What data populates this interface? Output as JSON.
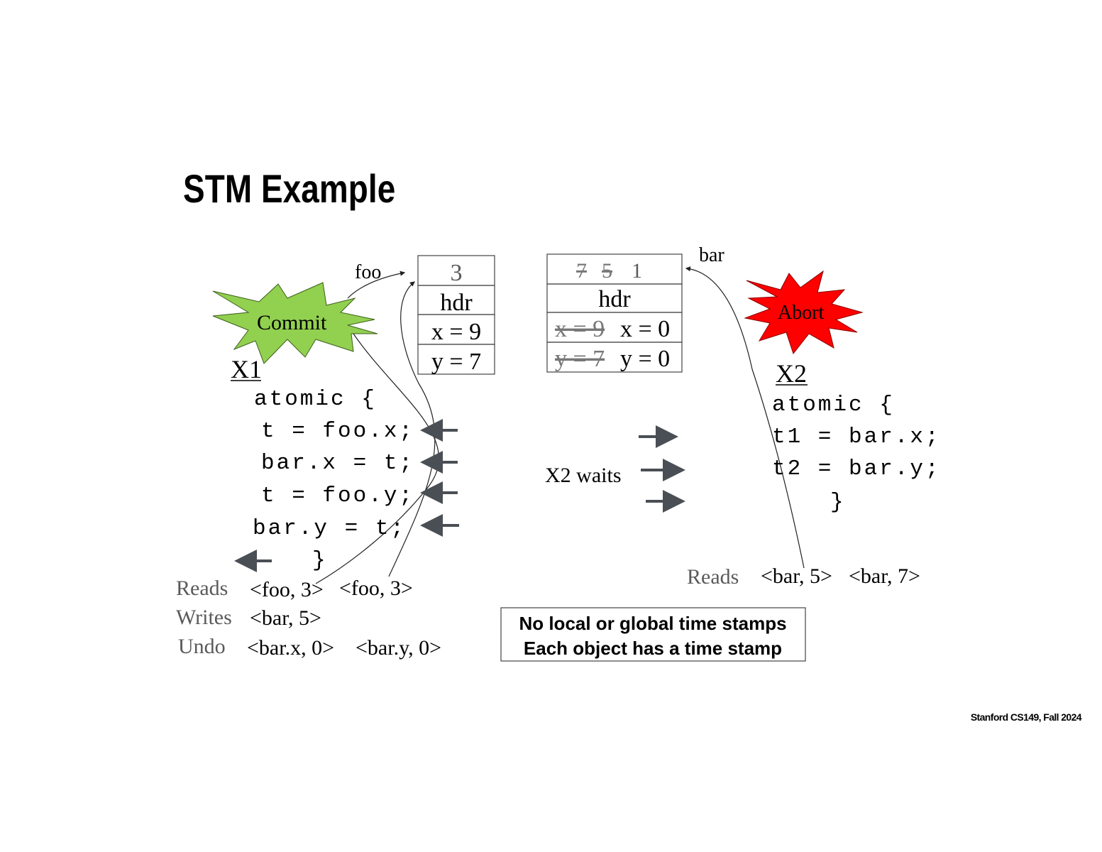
{
  "slide": {
    "title": "STM Example",
    "footer": "Stanford CS149, Fall 2024"
  },
  "colors": {
    "commit": "#92d050",
    "abort": "#ff0000",
    "arrow": "#4a4f55",
    "label_gray": "#5a5a5a"
  },
  "commit_label": "Commit",
  "abort_label": "Abort",
  "foo_object": {
    "name": "foo",
    "timestamp": "3",
    "header": "hdr",
    "x": "x = 9",
    "y": "y = 7"
  },
  "bar_object": {
    "name": "bar",
    "timestamp_old": [
      "7",
      "5"
    ],
    "timestamp": "1",
    "header": "hdr",
    "x_old": "x = 9",
    "x": "x = 0",
    "y_old": "y = 7",
    "y": "y = 0"
  },
  "x1": {
    "label": "X1",
    "code": [
      "atomic {",
      "t = foo.x;",
      "bar.x = t;",
      "t = foo.y;",
      "bar.y = t;",
      "}"
    ],
    "reads_label": "Reads",
    "reads": [
      "<foo, 3>",
      "<foo, 3>"
    ],
    "writes_label": "Writes",
    "writes": [
      "<bar, 5>"
    ],
    "undo_label": "Undo",
    "undo": [
      "<bar.x, 0>",
      "<bar.y, 0>"
    ]
  },
  "x2": {
    "label": "X2",
    "code": [
      "atomic {",
      "t1 = bar.x;",
      "t2 = bar.y;",
      "}"
    ],
    "reads_label": "Reads",
    "reads": [
      "<bar, 5>",
      "<bar, 7>"
    ],
    "waits_label": "X2 waits"
  },
  "note": [
    "No local or global time stamps",
    "Each object has a time stamp"
  ]
}
